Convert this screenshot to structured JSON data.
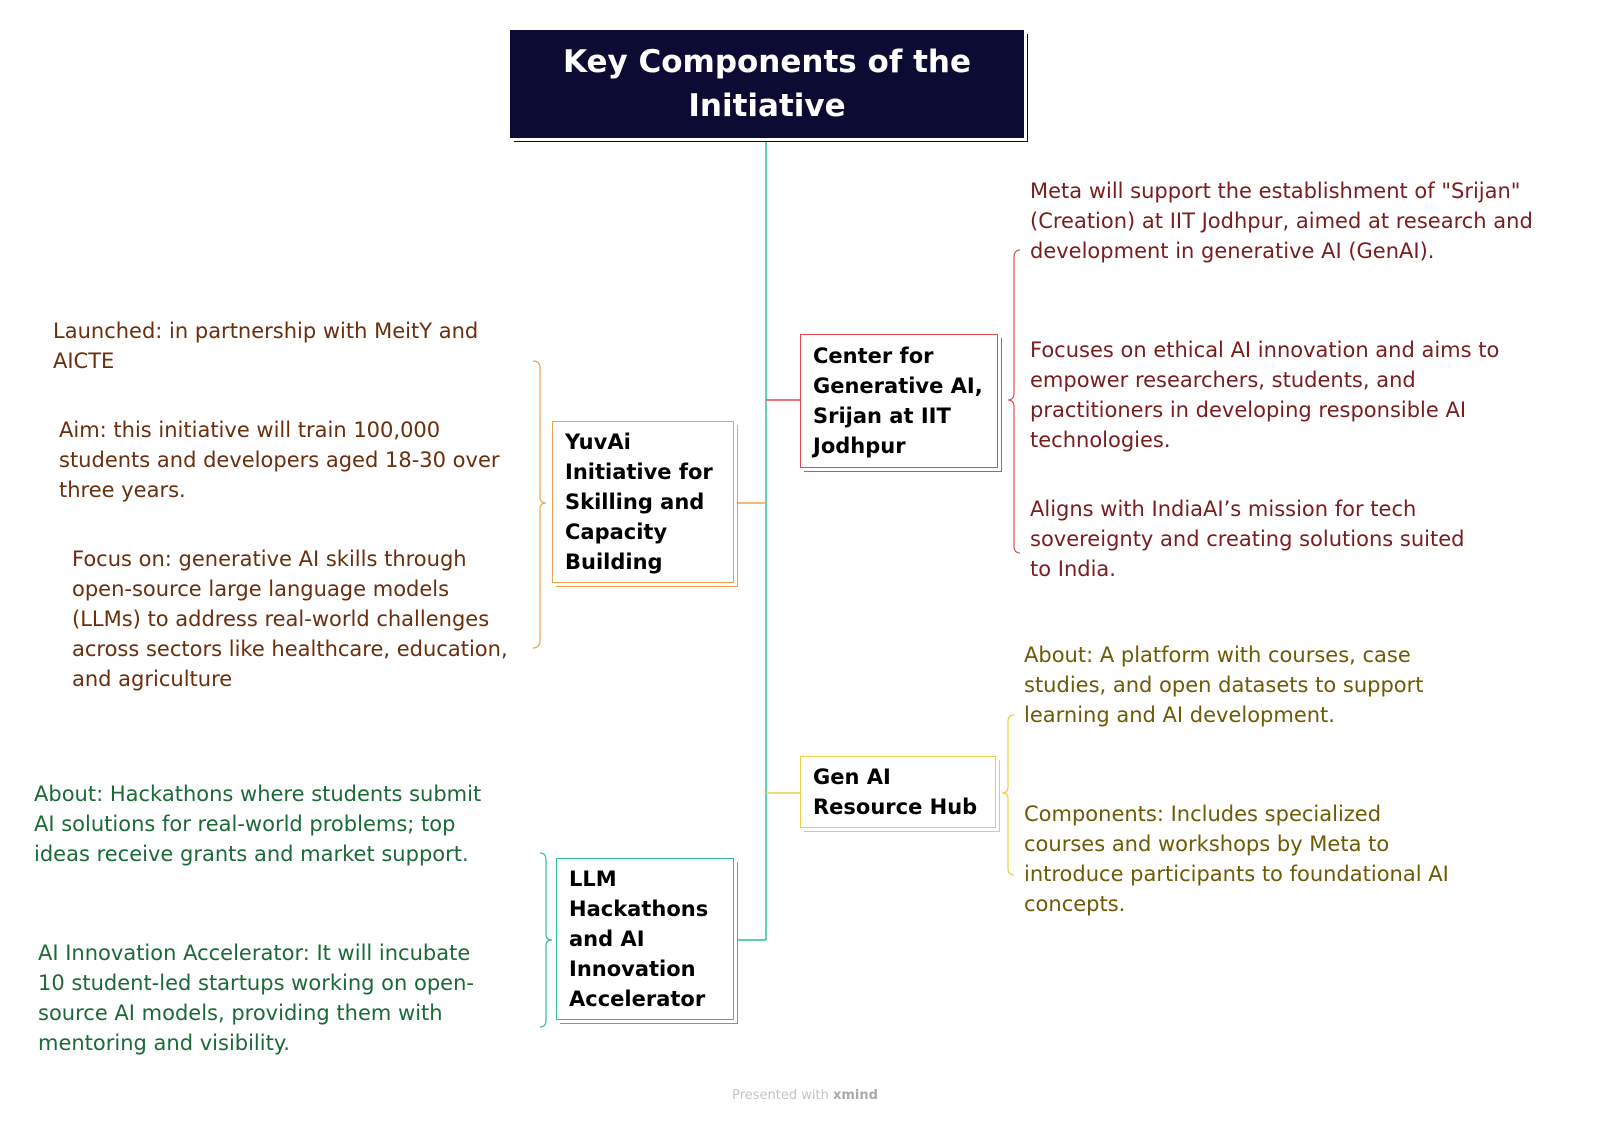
{
  "root": {
    "title": "Key Components of the Initiative"
  },
  "colors": {
    "trunk": "#2fc09a",
    "red": "#e24b55",
    "orange": "#f0a050",
    "yellow": "#ecd040",
    "green": "#2fc09a",
    "root_fill": "#0b0b33"
  },
  "topics": [
    {
      "title": "Center for Generative AI, Srijan at IIT Jodhpur",
      "color": "red",
      "notes": [
        "Meta will support the establishment of \"Srijan\" (Creation) at IIT Jodhpur, aimed at research and development in generative AI (GenAI).",
        "Focuses on ethical AI innovation and aims to empower researchers, students, and practitioners in developing responsible AI technologies.",
        "Aligns with IndiaAI’s mission for tech sovereignty and creating solutions suited to India."
      ]
    },
    {
      "title": "YuvAi Initiative for Skilling and Capacity Building",
      "color": "orange",
      "notes": [
        "Launched: in partnership with MeitY and AICTE",
        "Aim: this initiative will train 100,000 students and developers aged 18-30 over three years.",
        "Focus on: generative AI skills through open-source large language models (LLMs) to address real-world challenges across sectors like healthcare, education, and agriculture"
      ]
    },
    {
      "title": "Gen AI Resource Hub",
      "color": "yellow",
      "notes": [
        "About: A platform with courses, case studies, and open datasets to support learning and AI development.",
        "Components: Includes specialized courses and workshops by Meta to introduce participants to foundational AI concepts."
      ]
    },
    {
      "title": "LLM Hackathons and AI Innovation Accelerator",
      "color": "green",
      "notes": [
        "About: Hackathons where students submit AI solutions for real-world problems; top ideas receive grants and market support.",
        "AI Innovation Accelerator: It will incubate 10 student-led startups working on open-source AI models, providing them with mentoring and visibility."
      ]
    }
  ],
  "footer": {
    "prefix": "Presented with",
    "brand": "xmind"
  }
}
